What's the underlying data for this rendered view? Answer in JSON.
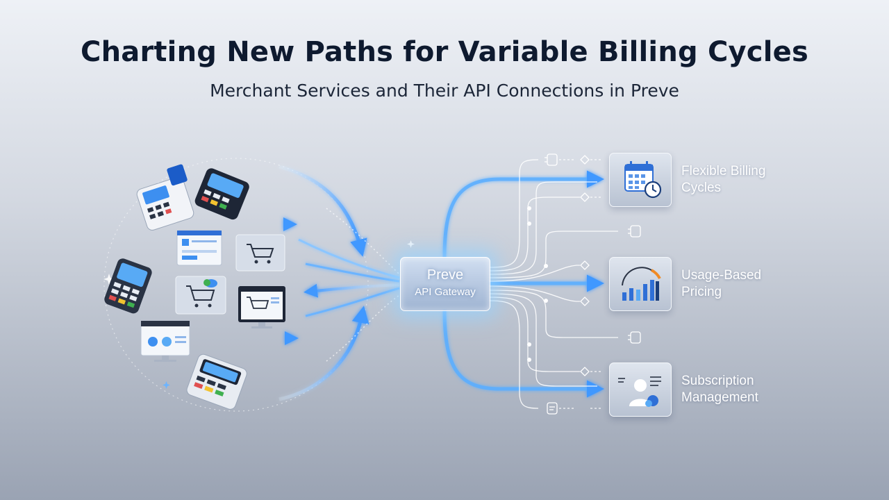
{
  "header": {
    "title": "Charting New Paths for Variable Billing Cycles",
    "subtitle": "Merchant Services and Their API Connections in Preve"
  },
  "gateway": {
    "name": "Preve",
    "label": "API Gateway"
  },
  "services": [
    {
      "line1": "Flexible Billing",
      "line2": "Cycles",
      "icon": "calendar-clock-icon"
    },
    {
      "line1": "Usage-Based",
      "line2": "Pricing",
      "icon": "bar-chart-gauge-icon"
    },
    {
      "line1": "Subscription",
      "line2": "Management",
      "icon": "user-profile-icon"
    }
  ],
  "merchant_devices": [
    "card-terminal-icon",
    "pos-terminal-icon",
    "web-dashboard-icon",
    "shopping-cart-icon",
    "handheld-terminal-icon",
    "cart-cloud-icon",
    "online-store-monitor-icon",
    "analytics-monitor-icon",
    "card-terminal-icon"
  ],
  "colors": {
    "title": "#0e1a2f",
    "flow_arrow": "#4ea3ff",
    "flow_glow": "#bfe3ff",
    "connector": "#ffffff",
    "icon_blue": "#2f6fd6",
    "accent_orange": "#f08a24"
  }
}
